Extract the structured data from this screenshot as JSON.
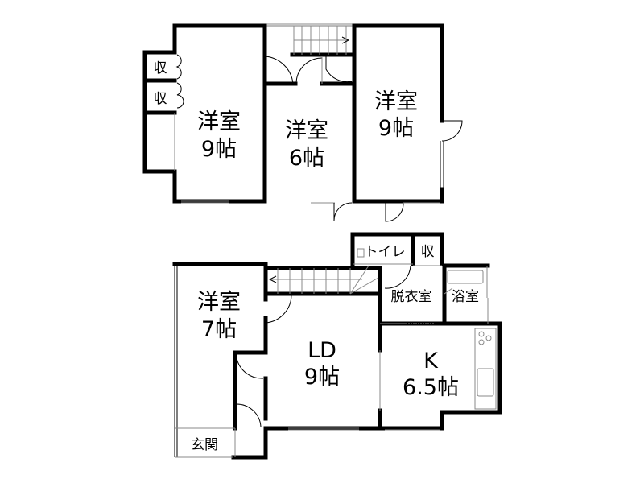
{
  "upper_floor": {
    "rooms": [
      {
        "name": "洋室",
        "size": "9帖"
      },
      {
        "name": "洋室",
        "size": "6帖"
      },
      {
        "name": "洋室",
        "size": "9帖"
      }
    ],
    "closets": [
      "収",
      "収"
    ]
  },
  "lower_floor": {
    "rooms": [
      {
        "name": "洋室",
        "size": "7帖"
      },
      {
        "name": "LD",
        "size": "9帖"
      },
      {
        "name": "K",
        "size": "6.5帖"
      }
    ],
    "toilet": "トイレ",
    "closet": "収",
    "dressing_room": "脱衣室",
    "bathroom": "浴室",
    "entrance": "玄関"
  }
}
